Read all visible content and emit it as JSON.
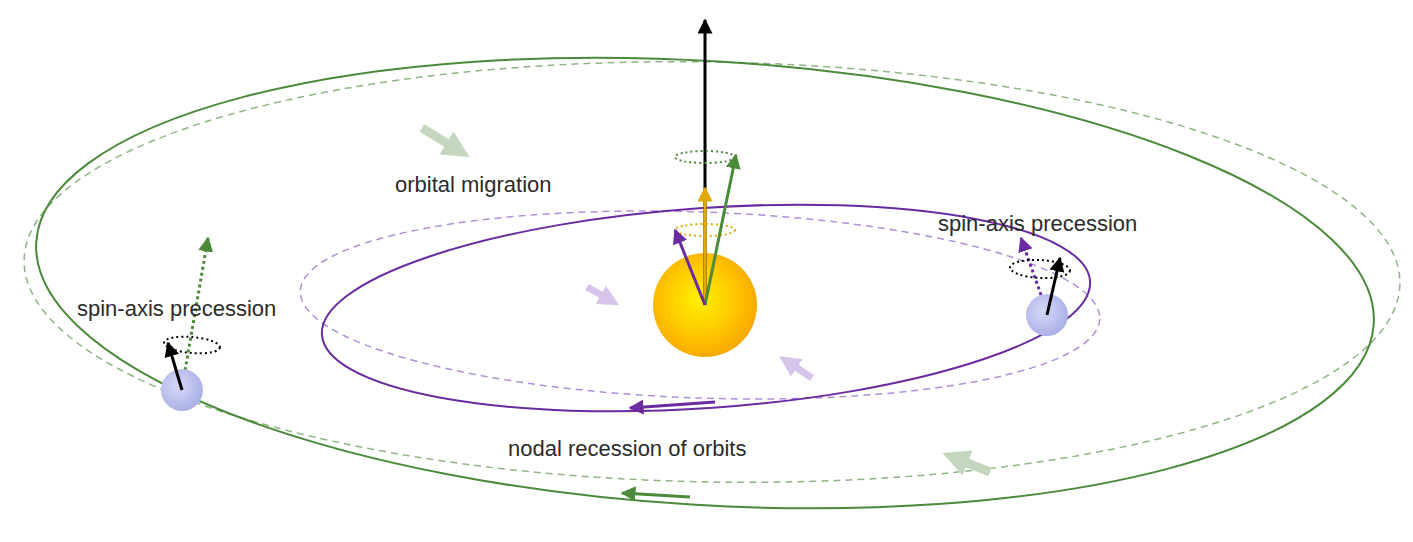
{
  "diagram": {
    "labels": [
      "orbital migration",
      "spin-axis precession",
      "spin-axis precession",
      "nodal recession of orbits"
    ]
  }
}
